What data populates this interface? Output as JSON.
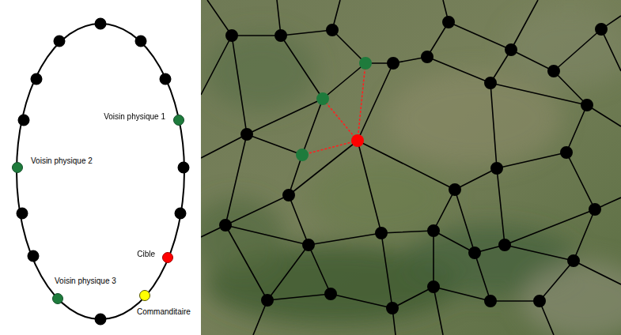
{
  "diagram": {
    "nodes": [
      {
        "text": [
          "Voisin physique 1"
        ]
      },
      {
        "text": [
          "Voisin physique 2"
        ]
      },
      {
        "text": [
          "Cible"
        ]
      },
      {
        "text": [
          "Voisin physique 3"
        ]
      },
      {
        "text": [
          "Commanditaire"
        ]
      }
    ]
  }
}
